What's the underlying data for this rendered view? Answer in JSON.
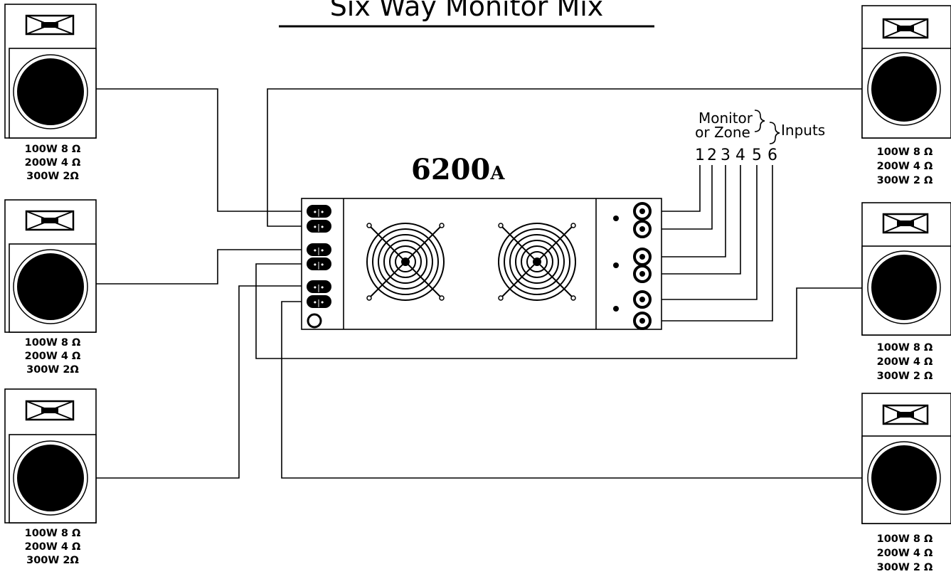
{
  "title": "Six Way Monitor Mix",
  "amplifier": {
    "model": "6200",
    "suffix": "A"
  },
  "inputs": {
    "line1": "Monitor",
    "line2": "or Zone",
    "label": "Inputs",
    "numbers": [
      "1",
      "2",
      "3",
      "4",
      "5",
      "6"
    ]
  },
  "speakers": [
    {
      "id": "left-top",
      "ratings": [
        "100W 8 Ω",
        "200W 4 Ω",
        "300W 2Ω"
      ]
    },
    {
      "id": "left-middle",
      "ratings": [
        "100W 8 Ω",
        "200W 4 Ω",
        "300W 2Ω"
      ]
    },
    {
      "id": "left-bottom",
      "ratings": [
        "100W 8 Ω",
        "200W 4 Ω",
        "300W 2Ω"
      ]
    },
    {
      "id": "right-top",
      "ratings": [
        "100W 8 Ω",
        "200W 4 Ω",
        "300W 2 Ω"
      ]
    },
    {
      "id": "right-middle",
      "ratings": [
        "100W 8 Ω",
        "200W 4 Ω",
        "300W 2 Ω"
      ]
    },
    {
      "id": "right-bottom",
      "ratings": [
        "100W 8 Ω",
        "200W 4 Ω",
        "300W 2 Ω"
      ]
    }
  ]
}
